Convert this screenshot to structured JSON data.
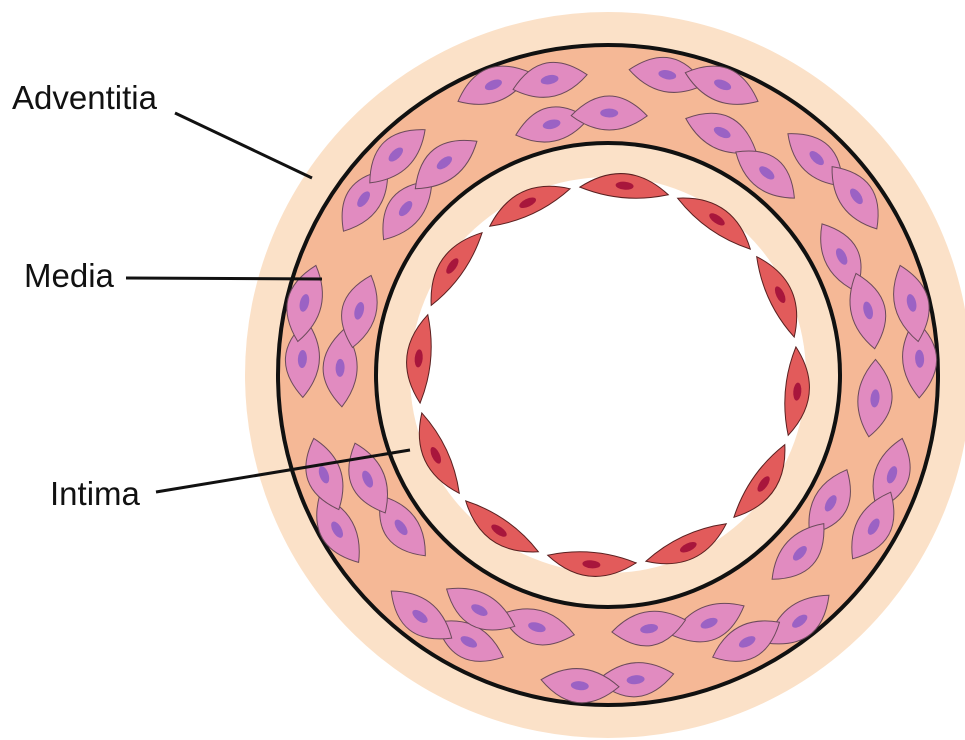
{
  "labels": {
    "adventitia": "Adventitia",
    "media": "Media",
    "intima": "Intima"
  },
  "colors": {
    "adventitia": "#fbe1c8",
    "media": "#f5b896",
    "inner_layer": "#fbe1c8",
    "smooth_muscle_cell": "#e18bc0",
    "smooth_muscle_nucleus": "#9b62c4",
    "endothelial_cell": "#e25b5b",
    "endothelial_nucleus": "#a8163c",
    "lumen": "#ffffff",
    "outline": "#111111"
  }
}
